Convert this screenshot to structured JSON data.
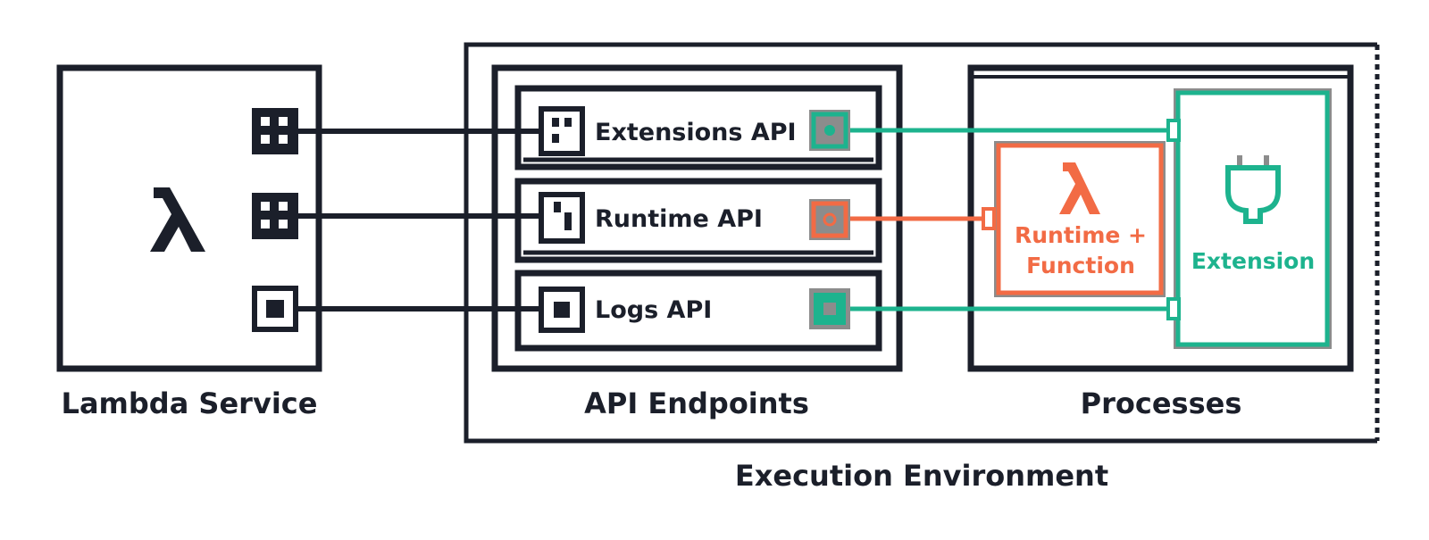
{
  "colors": {
    "dark": "#1b1f2a",
    "green": "#1db38e",
    "orange": "#f26b45",
    "gray": "#8c8c8c",
    "background": "#ffffff"
  },
  "lambda_service": {
    "label": "Lambda Service",
    "icon": "lambda-icon"
  },
  "execution_environment": {
    "label": "Execution Environment"
  },
  "api_endpoints": {
    "label": "API Endpoints",
    "items": [
      {
        "label": "Extensions API",
        "icon": "extensions-api-icon"
      },
      {
        "label": "Runtime API",
        "icon": "runtime-api-icon"
      },
      {
        "label": "Logs API",
        "icon": "logs-api-icon"
      }
    ]
  },
  "processes": {
    "label": "Processes",
    "runtime": {
      "icon": "lambda-icon",
      "label_line1": "Runtime +",
      "label_line2": "Function"
    },
    "extension": {
      "icon": "plug-icon",
      "label": "Extension"
    }
  }
}
